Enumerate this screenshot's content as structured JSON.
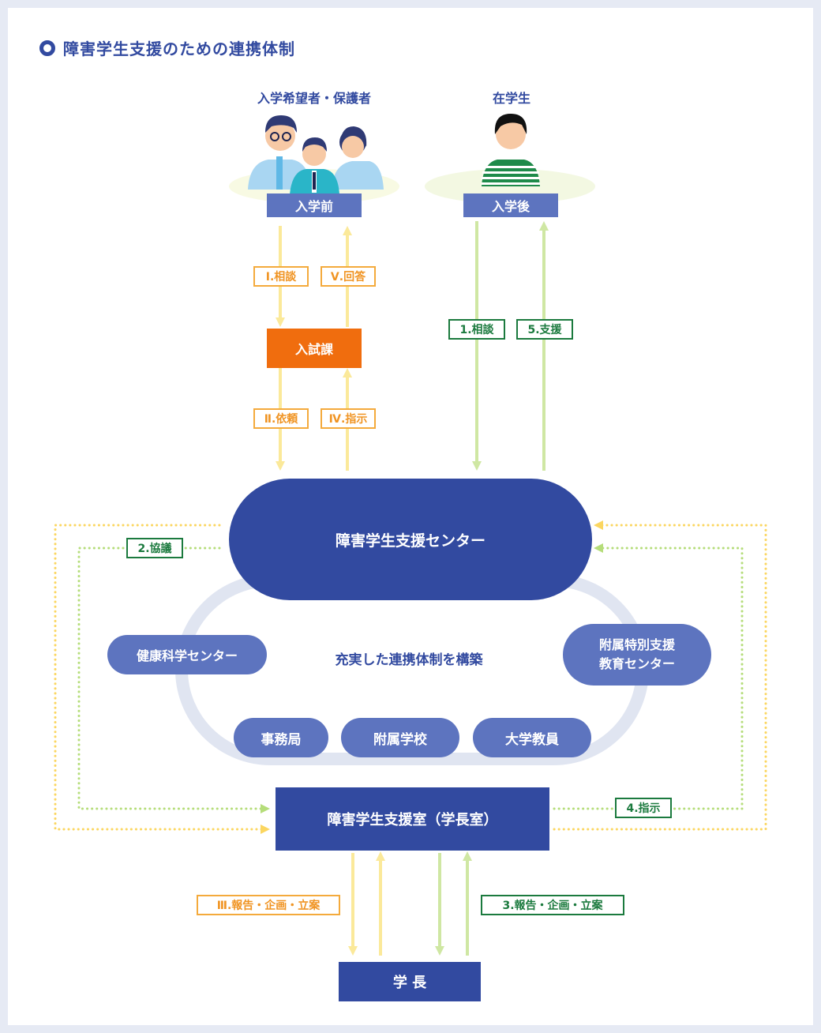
{
  "title": "障害学生支援のための連携体制",
  "groups": {
    "applicants_label": "入学希望者・保護者",
    "students_label": "在学生"
  },
  "boxes": {
    "before": "入学前",
    "after": "入学後",
    "admissions": "入試課",
    "support_center": "障害学生支援センター",
    "support_office": "障害学生支援室（学長室）",
    "president": "学 長"
  },
  "ring": {
    "center_text": "充実した連携体制を構築",
    "nodes": [
      "健康科学センター",
      "附属特別支援\n教育センター",
      "事務局",
      "附属学校",
      "大学教員"
    ]
  },
  "flows_admission": [
    "Ⅰ.相談",
    "Ⅴ.回答",
    "Ⅱ.依頼",
    "Ⅳ.指示",
    "Ⅲ.報告・企画・立案"
  ],
  "flows_student": [
    "1.相談",
    "5.支援",
    "2.協議",
    "4.指示",
    "3.報告・企画・立案"
  ],
  "colors": {
    "dark_blue": "#324aa0",
    "medium_blue": "#5d74bf",
    "orange": "#f06d0e",
    "pale_yellow_arrow": "#fbe99a",
    "pale_green_arrow": "#cfe7a3",
    "yellow_dots": "#fbd660",
    "green_dots": "#b5dd7a",
    "ring": "#e0e5f1"
  }
}
